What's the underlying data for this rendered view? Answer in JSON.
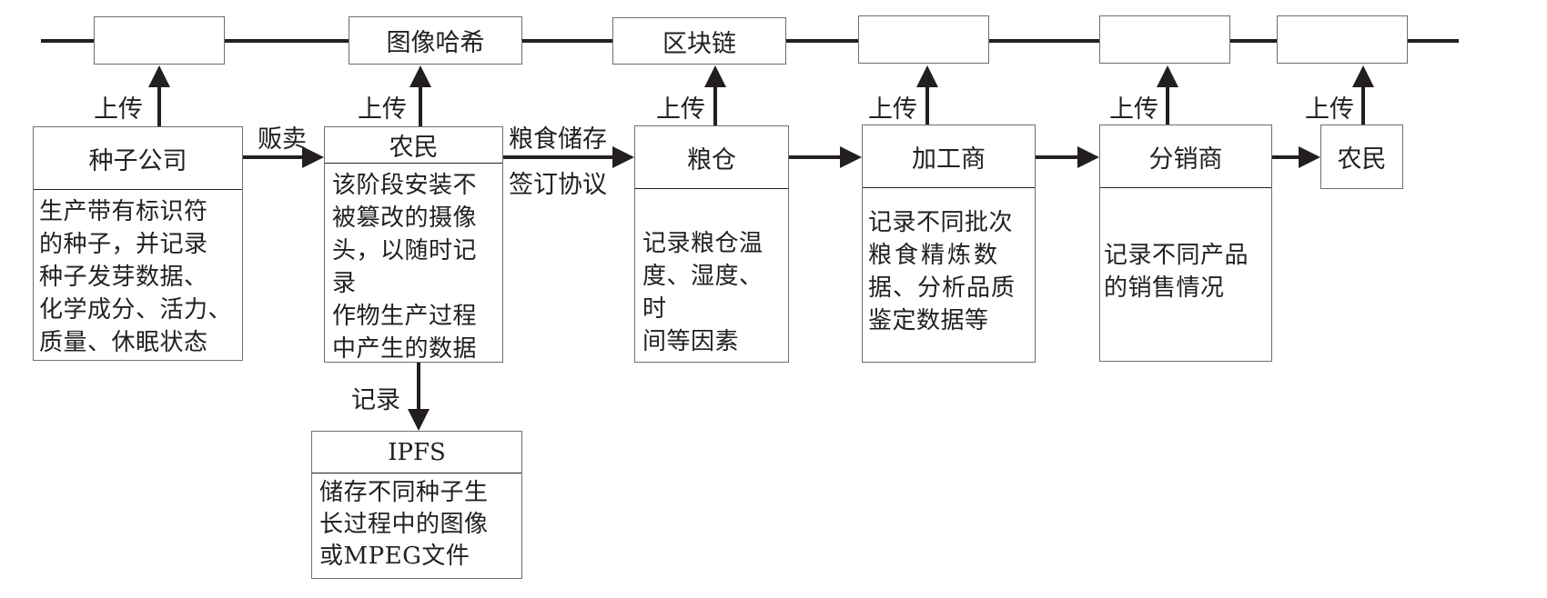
{
  "chain": {
    "blocks": [
      "",
      "图像哈希",
      "区块链",
      "",
      "",
      ""
    ]
  },
  "edges": {
    "upload_label": "上传",
    "sell_label": "贩卖",
    "storage_label_top": "粮食储存",
    "storage_label_bottom": "签订协议",
    "record_label": "记录"
  },
  "actors": {
    "seed_company": {
      "title": "种子公司",
      "lines": [
        "生产带有标识符",
        "的种子，并记录",
        "种子发芽数据、",
        "化学成分、活力、",
        "质量、休眠状态"
      ]
    },
    "farmer": {
      "title": "农民",
      "lines": [
        "该阶段安装不",
        "被篡改的摄像",
        "头，以随时记录",
        "作物生产过程",
        "中产生的数据"
      ]
    },
    "granary": {
      "title": "粮仓",
      "lines": [
        "记录粮仓温",
        "度、湿度、时",
        "间等因素"
      ]
    },
    "processor": {
      "title": "加工商",
      "lines": [
        "记录不同批次",
        "粮食精炼数",
        "据、分析品质",
        "鉴定数据等"
      ]
    },
    "distributor": {
      "title": "分销商",
      "lines": [
        "记录不同产品",
        "的销售情况"
      ]
    },
    "end_farmer": {
      "title": "农民"
    },
    "ipfs": {
      "title": "IPFS",
      "lines": [
        "储存不同种子生",
        "长过程中的图像",
        "或MPEG文件"
      ]
    }
  }
}
